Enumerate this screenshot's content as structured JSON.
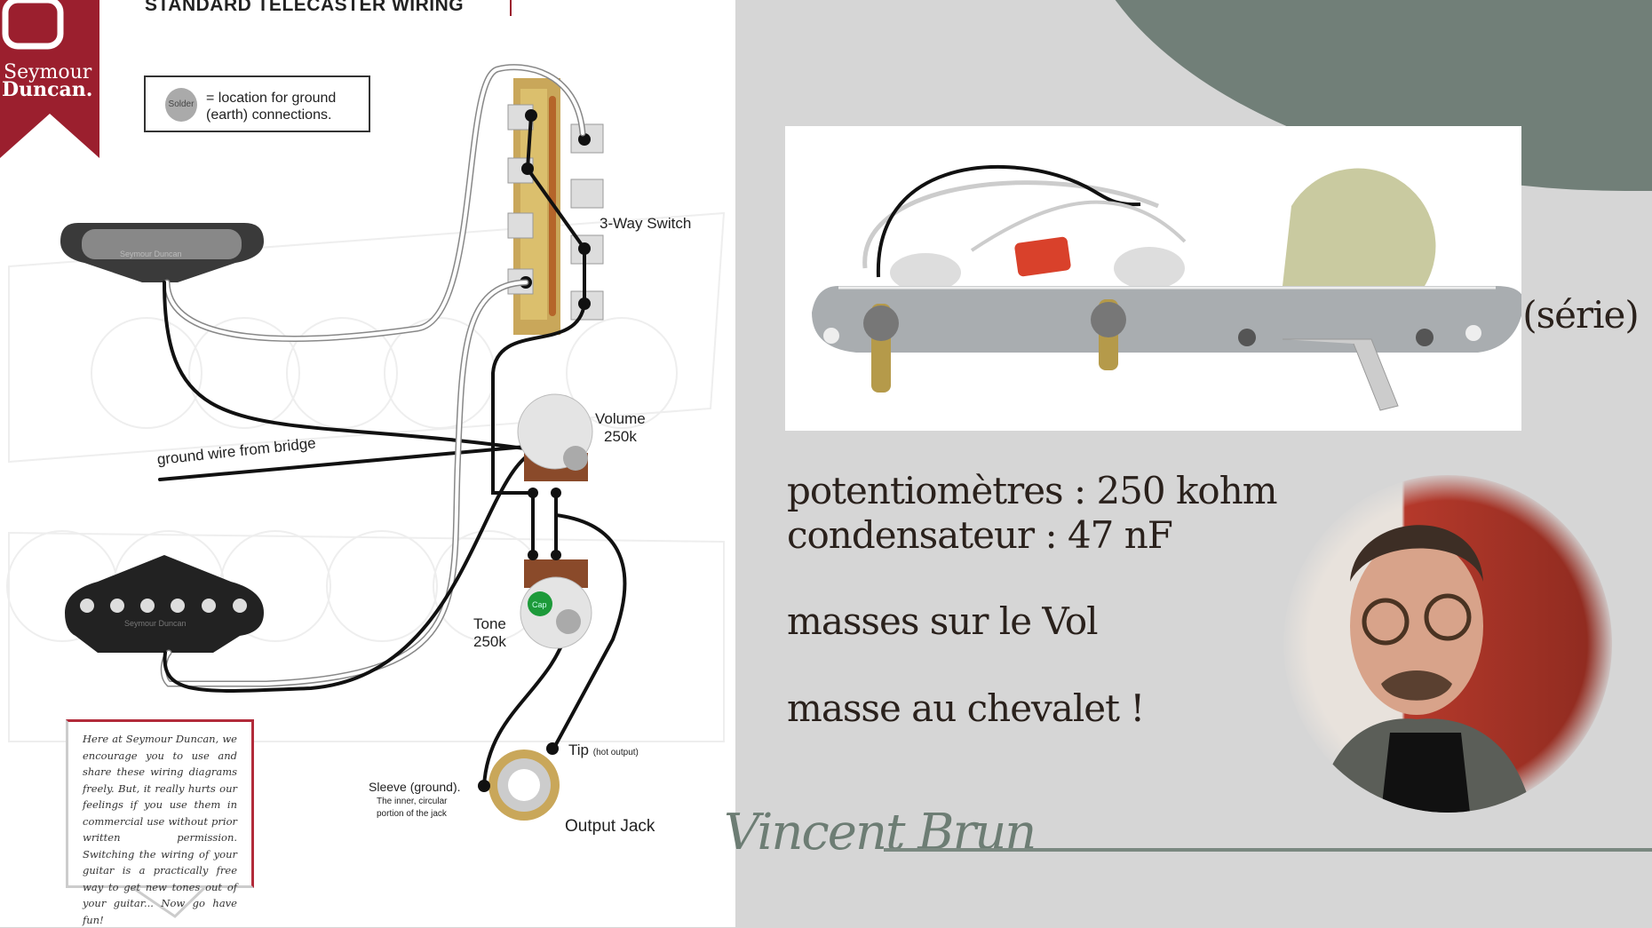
{
  "diagram": {
    "title": "STANDARD TELECASTER WIRING",
    "brand": "Seymour Duncan.",
    "legend": {
      "solder_label": "Solder",
      "text_line1": "= location for ground",
      "text_line2": "(earth) connections."
    },
    "labels": {
      "switch": "3-Way Switch",
      "volume": "Volume",
      "volume_value": "250k",
      "tone": "Tone",
      "tone_value": "250k",
      "ground_wire": "ground wire from bridge",
      "tip": "Tip",
      "tip_note": "(hot output)",
      "sleeve": "Sleeve (ground).",
      "sleeve_note1": "The inner, circular",
      "sleeve_note2": "portion of the jack",
      "output_jack": "Output Jack",
      "pickup_brand": "Seymour Duncan",
      "solder": "Solder",
      "cap": "Cap"
    },
    "note": "Here at Seymour Duncan, we encourage you to use and share these wiring diagrams freely. But, it really hurts our feelings if you use them in commercial use without prior written permission. Switching the wiring of your guitar is a practically free way to get new tones out of your guitar... Now go have fun!"
  },
  "slide": {
    "cut_text": "t (série)",
    "line1": "potentiomètres : 250 kohm",
    "line2": "condensateur : 47 nF",
    "line3": "masses sur le Vol",
    "line4": "masse au chevalet !",
    "signature": "Vincent Brun"
  },
  "colors": {
    "accent": "#717f78",
    "brand_red": "#9b1f2e",
    "background": "#d6d6d6"
  }
}
